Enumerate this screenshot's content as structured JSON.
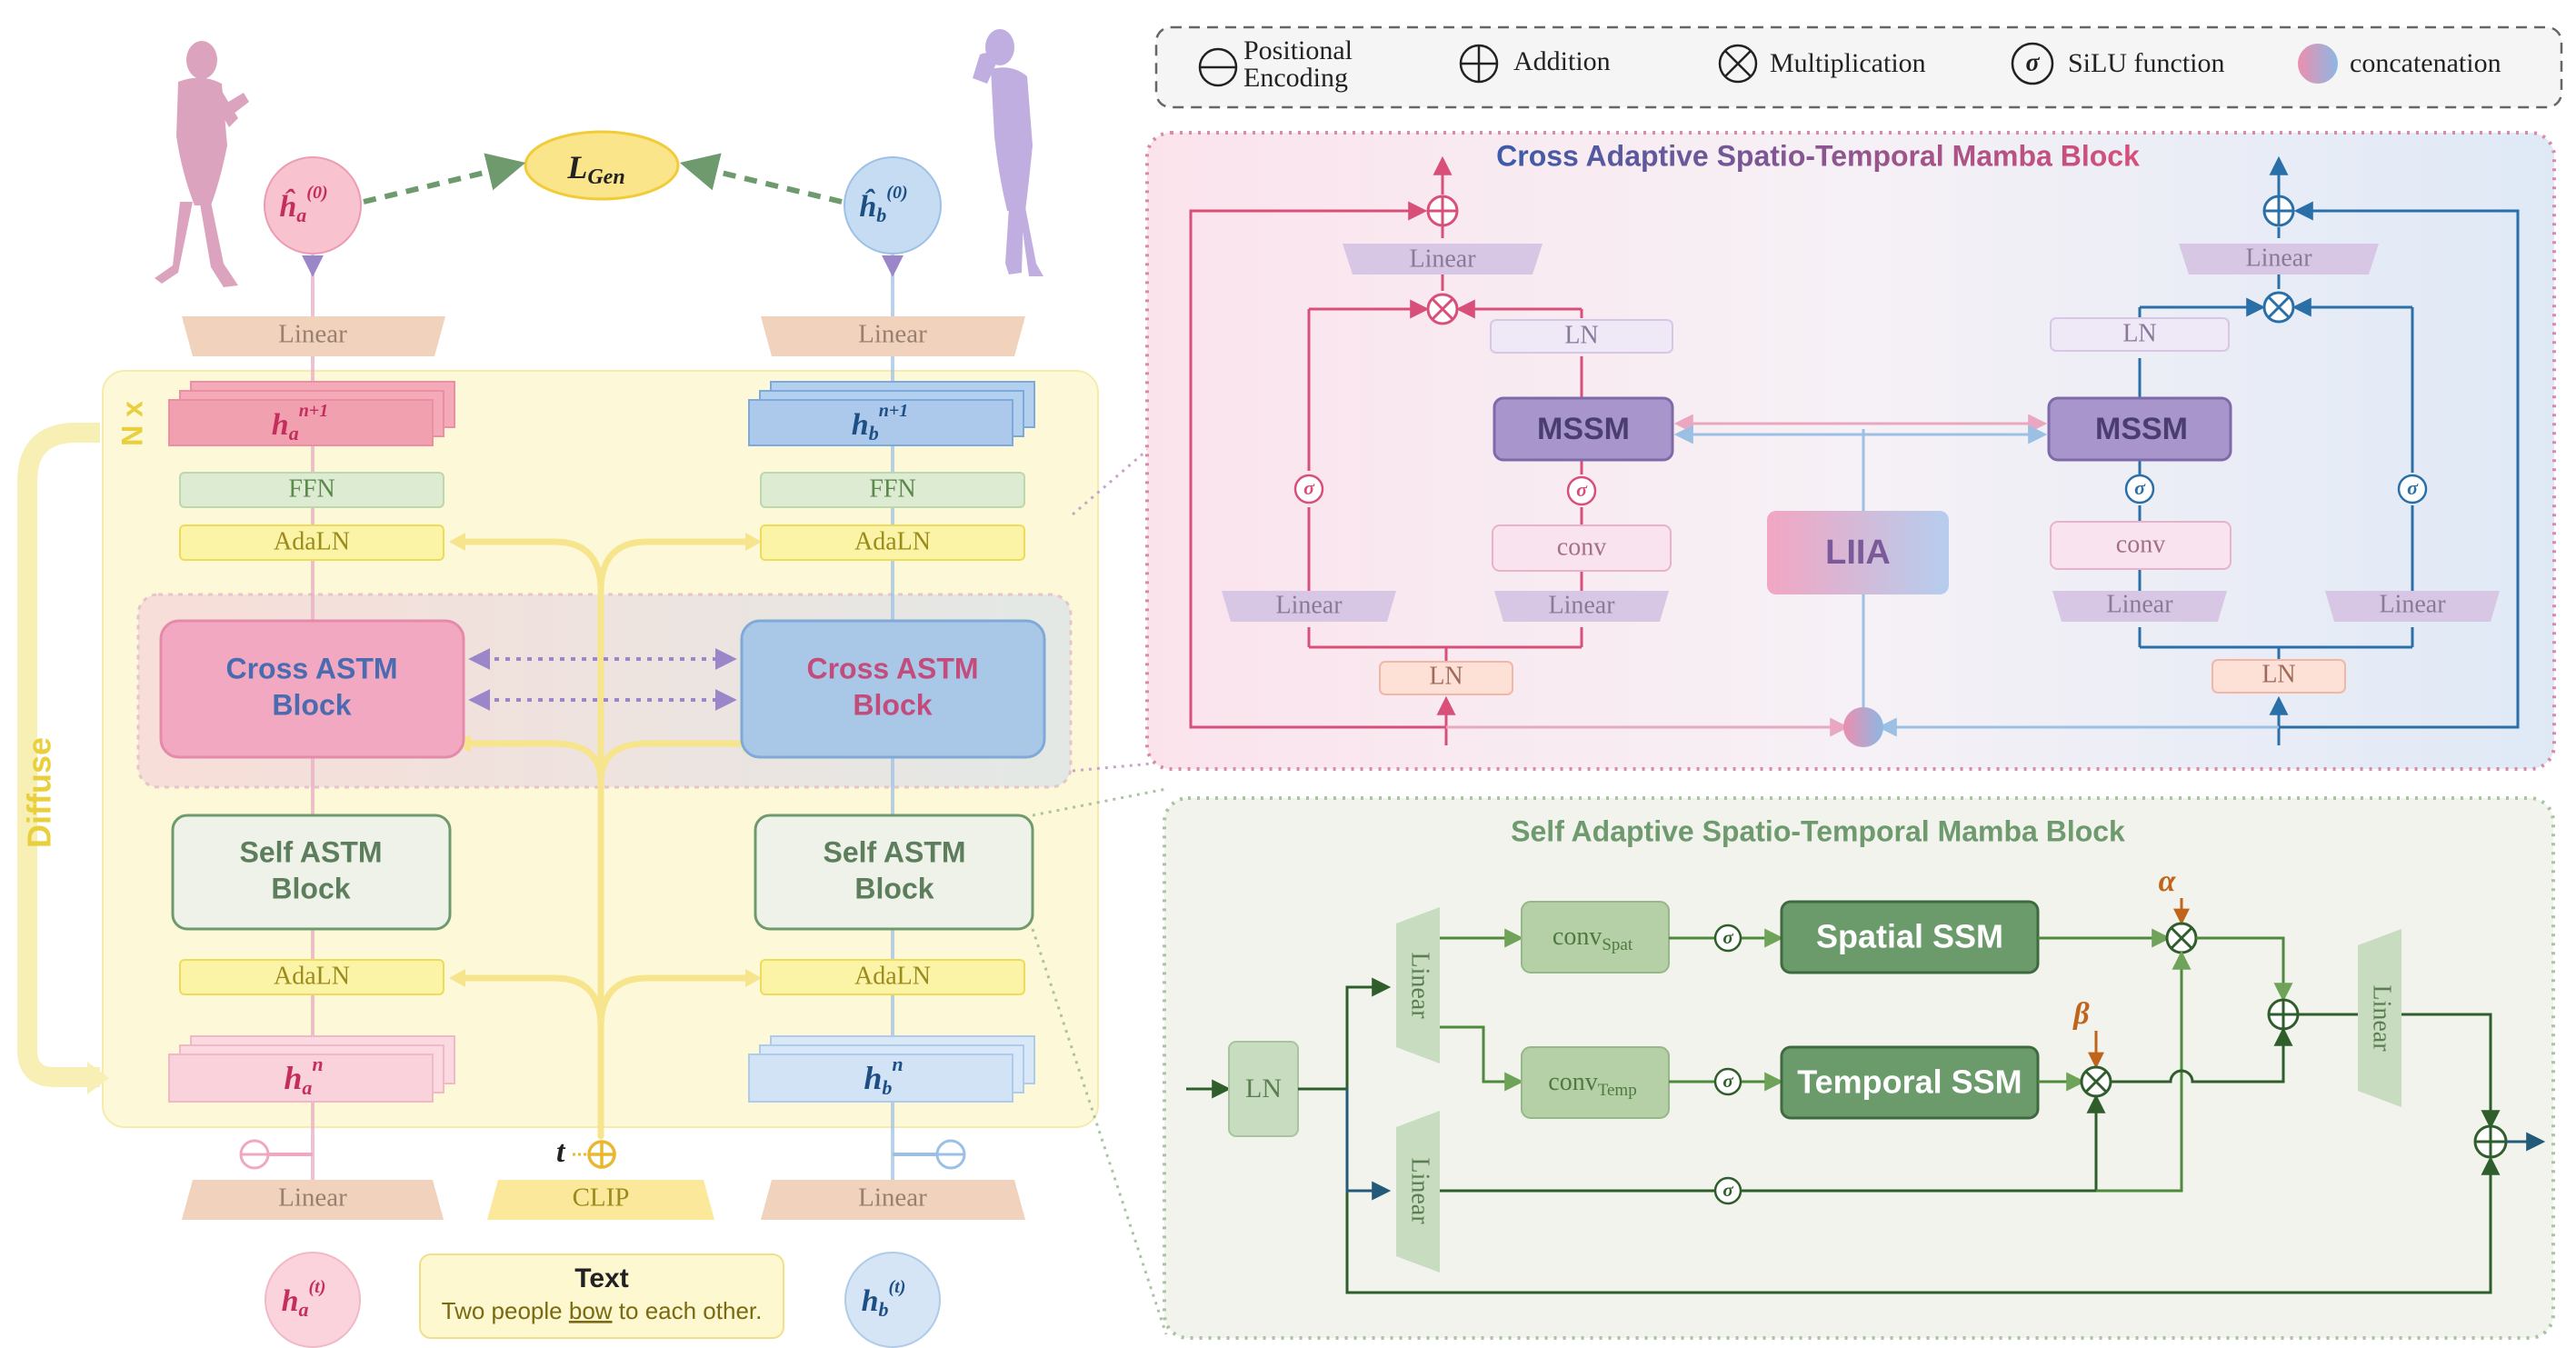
{
  "legend": {
    "positional_encoding": [
      "Positional",
      "Encoding"
    ],
    "addition": "Addition",
    "multiplication": "Multiplication",
    "sigma": "σ",
    "silu": "SiLU function",
    "concatenation": "concatenation"
  },
  "left": {
    "loss": "L",
    "loss_sub": "Gen",
    "h_hat_a": "ĥ",
    "h_hat_a_sub": "a",
    "h_hat_a_sup": "(0)",
    "h_hat_b": "ĥ",
    "h_hat_b_sub": "b",
    "h_hat_b_sup": "(0)",
    "linear": "Linear",
    "n_times": "N x",
    "diffuse": "Diffuse",
    "h": "h",
    "a": "a",
    "b": "b",
    "n_plus_1": "n+1",
    "n": "n",
    "t_sup": "(t)",
    "ffn": "FFN",
    "adaln": "AdaLN",
    "cross_astm": [
      "Cross ASTM",
      "Block"
    ],
    "self_astm": [
      "Self ASTM",
      "Block"
    ],
    "t_label": "t",
    "clip": "CLIP",
    "text_title": "Text",
    "text_caption_1": "Two people ",
    "text_caption_u": "bow",
    "text_caption_2": " to each other."
  },
  "cross_block": {
    "title": "Cross Adaptive Spatio-Temporal Mamba Block",
    "linear": "Linear",
    "ln": "LN",
    "mssm": "MSSM",
    "conv": "conv",
    "liia": "LIIA",
    "sigma": "σ"
  },
  "self_block": {
    "title": "Self Adaptive Spatio-Temporal Mamba Block",
    "ln": "LN",
    "linear": "Linear",
    "conv": "conv",
    "conv_spat_sub": "Spat",
    "conv_temp_sub": "Temp",
    "spatial_ssm": "Spatial SSM",
    "temporal_ssm": "Temporal SSM",
    "alpha": "α",
    "beta": "β",
    "sigma": "σ"
  },
  "colors": {
    "pink": "#d84f79",
    "blue": "#2a6fa8",
    "green": "#3f7a3a",
    "yellow": "#f2d94a",
    "linear_tan": "#f0d2bd",
    "ffn_green": "#dcebd2",
    "adaln_yellow": "#fbf4a6",
    "mssm_purple": "#a895cc",
    "ssm_green": "#6b9a6b"
  }
}
